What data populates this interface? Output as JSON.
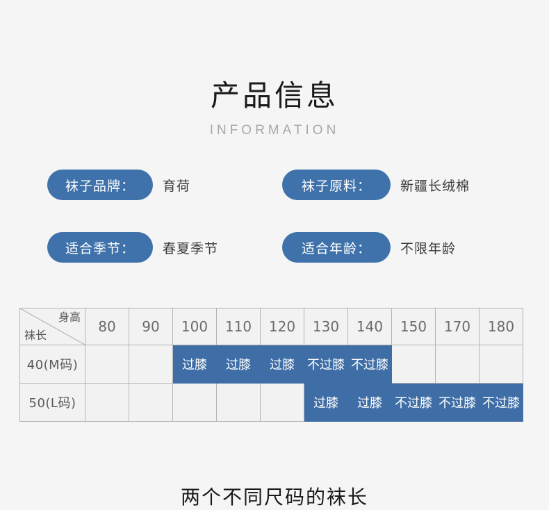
{
  "header": {
    "title": "产品信息",
    "subtitle": "INFORMATION"
  },
  "specs": [
    {
      "label": "袜子品牌：",
      "value": "育荷"
    },
    {
      "label": "袜子原料：",
      "value": "新疆长绒棉"
    },
    {
      "label": "适合季节：",
      "value": "春夏季节"
    },
    {
      "label": "适合年龄：",
      "value": "不限年龄"
    }
  ],
  "size_table": {
    "corner": {
      "top_right": "身高",
      "bottom_left": "袜长"
    },
    "heights": [
      "80",
      "90",
      "100",
      "110",
      "120",
      "130",
      "140",
      "150",
      "170",
      "180"
    ],
    "rows": [
      {
        "label": "40(M码)",
        "cells": [
          "",
          "",
          "过膝",
          "过膝",
          "过膝",
          "不过膝",
          "不过膝",
          "",
          "",
          ""
        ]
      },
      {
        "label": "50(L码)",
        "cells": [
          "",
          "",
          "",
          "",
          "",
          "过膝",
          "过膝",
          "不过膝",
          "不过膝",
          "不过膝"
        ]
      }
    ]
  },
  "caption": "两个不同尺码的袜长",
  "colors": {
    "pill_blue": "#3f72aa",
    "cell_blue": "#3f6ea6",
    "page_bg": "#f5f5f5",
    "cell_bg": "#f2f2f2",
    "border": "#b4b4b4",
    "title": "#1a1a1a",
    "subtitle": "#a8a8a8"
  }
}
